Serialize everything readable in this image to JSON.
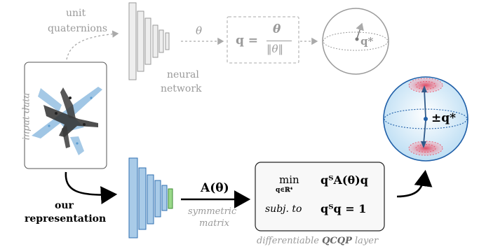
{
  "labels": {
    "unit_quaternions_line1": "unit",
    "unit_quaternions_line2": "quaternions",
    "neural_network_line1": "neural",
    "neural_network_line2": "network",
    "input_data": "input data",
    "our_representation_line1": "our",
    "our_representation_line2": "representation",
    "symmetric_matrix_line1": "symmetric",
    "symmetric_matrix_line2": "matrix",
    "qcqp_caption_prefix": "differentiable ",
    "qcqp_caption_bold": "QCQP",
    "qcqp_caption_suffix": " layer"
  },
  "math": {
    "theta": "θ",
    "q_eq": "q =",
    "theta_num": "θ",
    "theta_den": "‖θ‖",
    "q_star": "q*",
    "pm_q_star": "±q*",
    "A_theta": "A(θ)",
    "min": "min",
    "min_sub": "q∈ℝ⁴",
    "objective": "qᵀA(θ)q",
    "subj_to": "subj. to",
    "constraint": "qᵀq = 1"
  },
  "colors": {
    "gray_line": "#aaaaaa",
    "blue_net": "#a9cbe8",
    "blue_net_stroke": "#2f6fb0",
    "green_layer": "#9ad98a",
    "sphere_fill": "#d9ecf8",
    "sphere_stroke": "#1f5fa8",
    "red_cap": "#e8546a"
  }
}
